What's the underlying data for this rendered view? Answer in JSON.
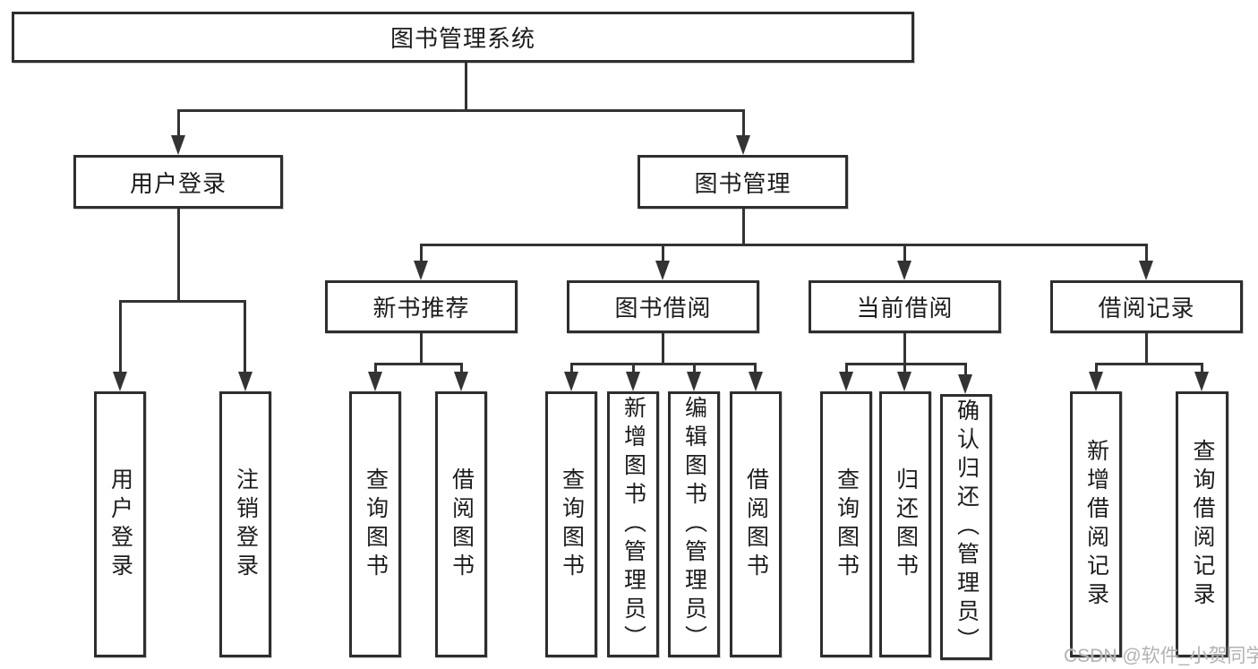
{
  "colors": {
    "border": "#2e2e2e",
    "line": "#333333",
    "text": "#1c1c1c",
    "watermark": "#b2b2b2"
  },
  "nodes": {
    "root": "图书管理系统",
    "login": "用户登录",
    "mgmt": "图书管理",
    "l3": [
      "新书推荐",
      "图书借阅",
      "当前借阅",
      "借阅记录"
    ]
  },
  "leaves": {
    "login": [
      "用户登录",
      "注销登录"
    ],
    "recommend": [
      "查询图书",
      "借阅图书"
    ],
    "borrow": [
      "查询图书",
      "新增图书（管理员）",
      "编辑图书（管理员）",
      "借阅图书"
    ],
    "current": [
      "查询图书",
      "归还图书",
      "确认归还（管理员）"
    ],
    "records": [
      "新增借阅记录",
      "查询借阅记录"
    ]
  },
  "watermark": {
    "text": "CSDN @软件_小贺同学"
  }
}
